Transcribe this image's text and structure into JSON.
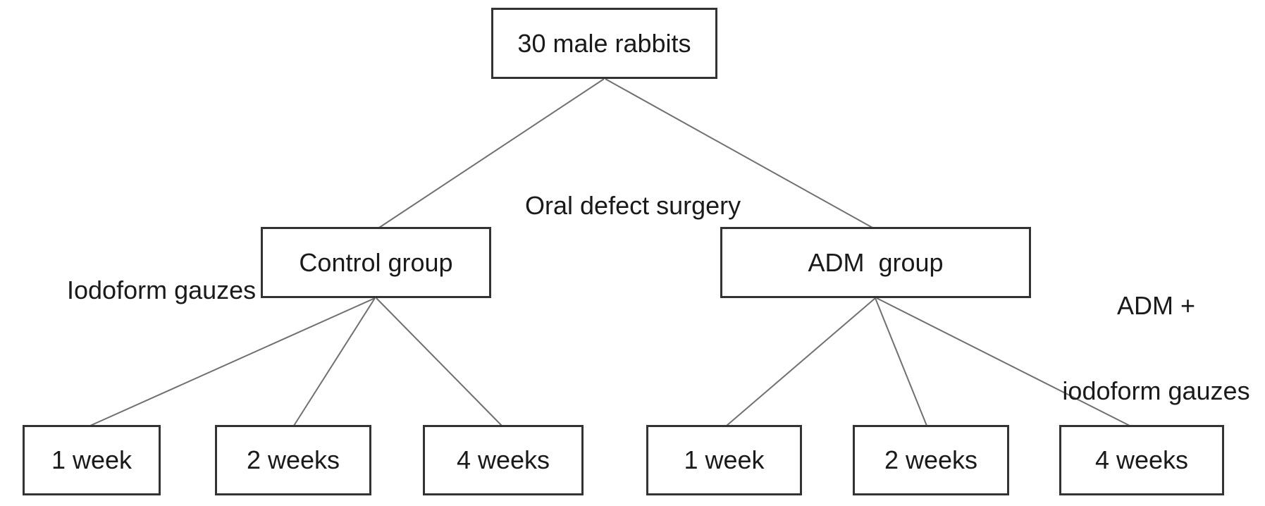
{
  "colors": {
    "background": "#ffffff",
    "box_border": "#333333",
    "connector_line": "#707070",
    "text": "#1a1a1a"
  },
  "nodes": {
    "root": {
      "label": "30 male rabbits"
    },
    "control": {
      "label": "Control group"
    },
    "adm": {
      "label": "ADM  group"
    },
    "control_timepoints": [
      {
        "label": "1 week"
      },
      {
        "label": "2 weeks"
      },
      {
        "label": "4 weeks"
      }
    ],
    "adm_timepoints": [
      {
        "label": "1 week"
      },
      {
        "label": "2 weeks"
      },
      {
        "label": "4 weeks"
      }
    ]
  },
  "annotations": {
    "surgery": "Oral defect surgery",
    "control_note": "Iodoform gauzes",
    "adm_note_line1": "ADM +",
    "adm_note_line2": "iodoform gauzes"
  }
}
